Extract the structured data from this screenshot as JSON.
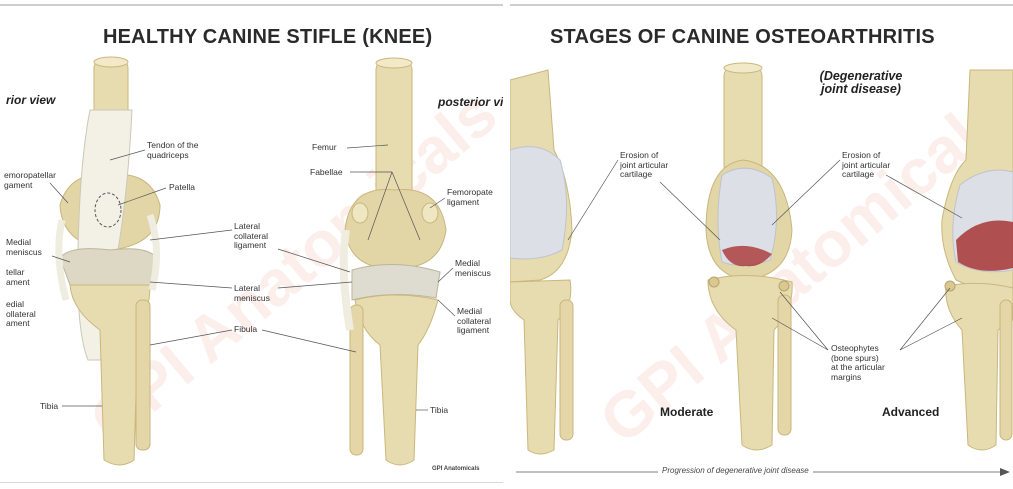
{
  "left": {
    "title": "HEALTHY CANINE STIFLE (KNEE)",
    "view_anterior": "rior view",
    "view_posterior": "posterior vi",
    "labels": {
      "tendon": "Tendon of the\nquadriceps",
      "patella": "Patella",
      "femoropatellar_left": "emoropatellar\ngament",
      "medial_meniscus_left": "Medial\nmeniscus",
      "patellar_ligament": "tellar\nament",
      "medial_collateral_left": "edial\nollateral\nament",
      "lateral_collateral": "Lateral\ncollateral\nligament",
      "lateral_meniscus": "Lateral\nmeniscus",
      "fibula": "Fibula",
      "tibia_left": "Tibia",
      "femur": "Femur",
      "fabellae": "Fabellae",
      "femoropatellar_right": "Femoropate\nligament",
      "medial_meniscus_right": "Medial\nmeniscus",
      "medial_collateral_right": "Medial\ncollateral\nligament",
      "tibia_right": "Tibia"
    },
    "brand": "GPI Anatomicals",
    "watermark": "GPI Anatomicals"
  },
  "right": {
    "title": "STAGES OF CANINE OSTEOARTHRITIS",
    "subtitle": "(Degenerative\njoint disease)",
    "labels": {
      "erosion_1": "Erosion of\njoint articular\ncartilage",
      "erosion_2": "Erosion of\njoint articular\ncartilage",
      "osteophytes": "Osteophytes\n(bone spurs)\nat the articular\nmargins"
    },
    "stage_moderate": "Moderate",
    "stage_advanced": "Advanced",
    "progression": "Progression of degenerative joint disease",
    "watermark": "GPI Anatomicals"
  },
  "colors": {
    "bone": "#e7dbb0",
    "bone_dark": "#c9b77d",
    "ligament": "#f3f1e6",
    "cartilage": "#dcdfe6",
    "inflamed": "#a52a2a",
    "text": "#2a2a2a"
  }
}
